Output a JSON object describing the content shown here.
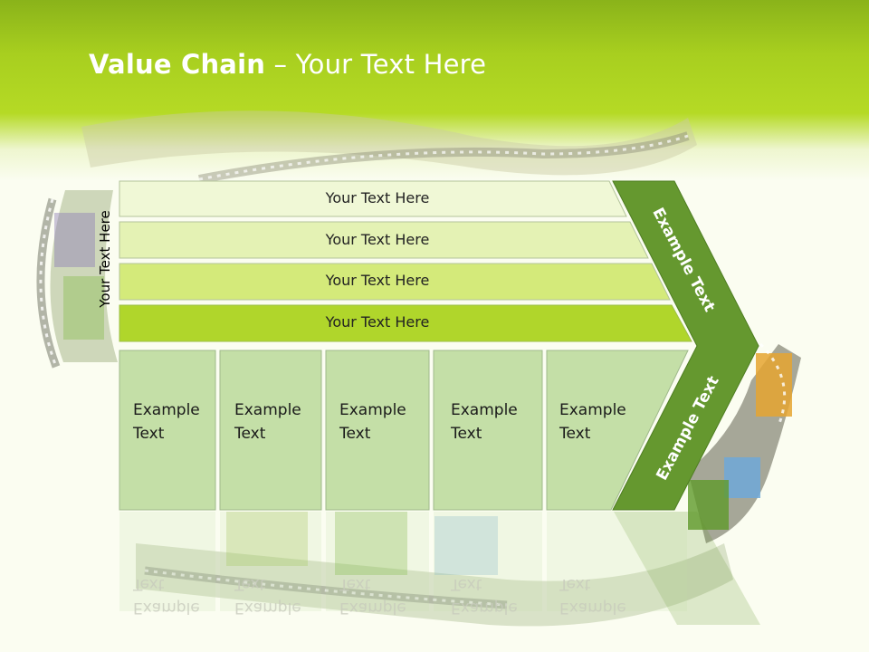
{
  "title": {
    "bold": "Value Chain",
    "rest": " – Your Text Here"
  },
  "side_label": "Your Text Here",
  "bars": [
    {
      "label": "Your Text Here",
      "color": "#f0f8d6"
    },
    {
      "label": "Your Text Here",
      "color": "#e4f2b4"
    },
    {
      "label": "Your Text Here",
      "color": "#d4ea7a"
    },
    {
      "label": "Your Text Here",
      "color": "#b0d62b"
    }
  ],
  "boxes": [
    {
      "label": "Example\nText"
    },
    {
      "label": "Example\nText"
    },
    {
      "label": "Example\nText"
    },
    {
      "label": "Example\nText"
    },
    {
      "label": "Example\nText"
    }
  ],
  "chevron": {
    "top_label": "Example Text",
    "bottom_label": "Example Text",
    "color": "#65982f"
  },
  "box_color": "#c4dfa7"
}
